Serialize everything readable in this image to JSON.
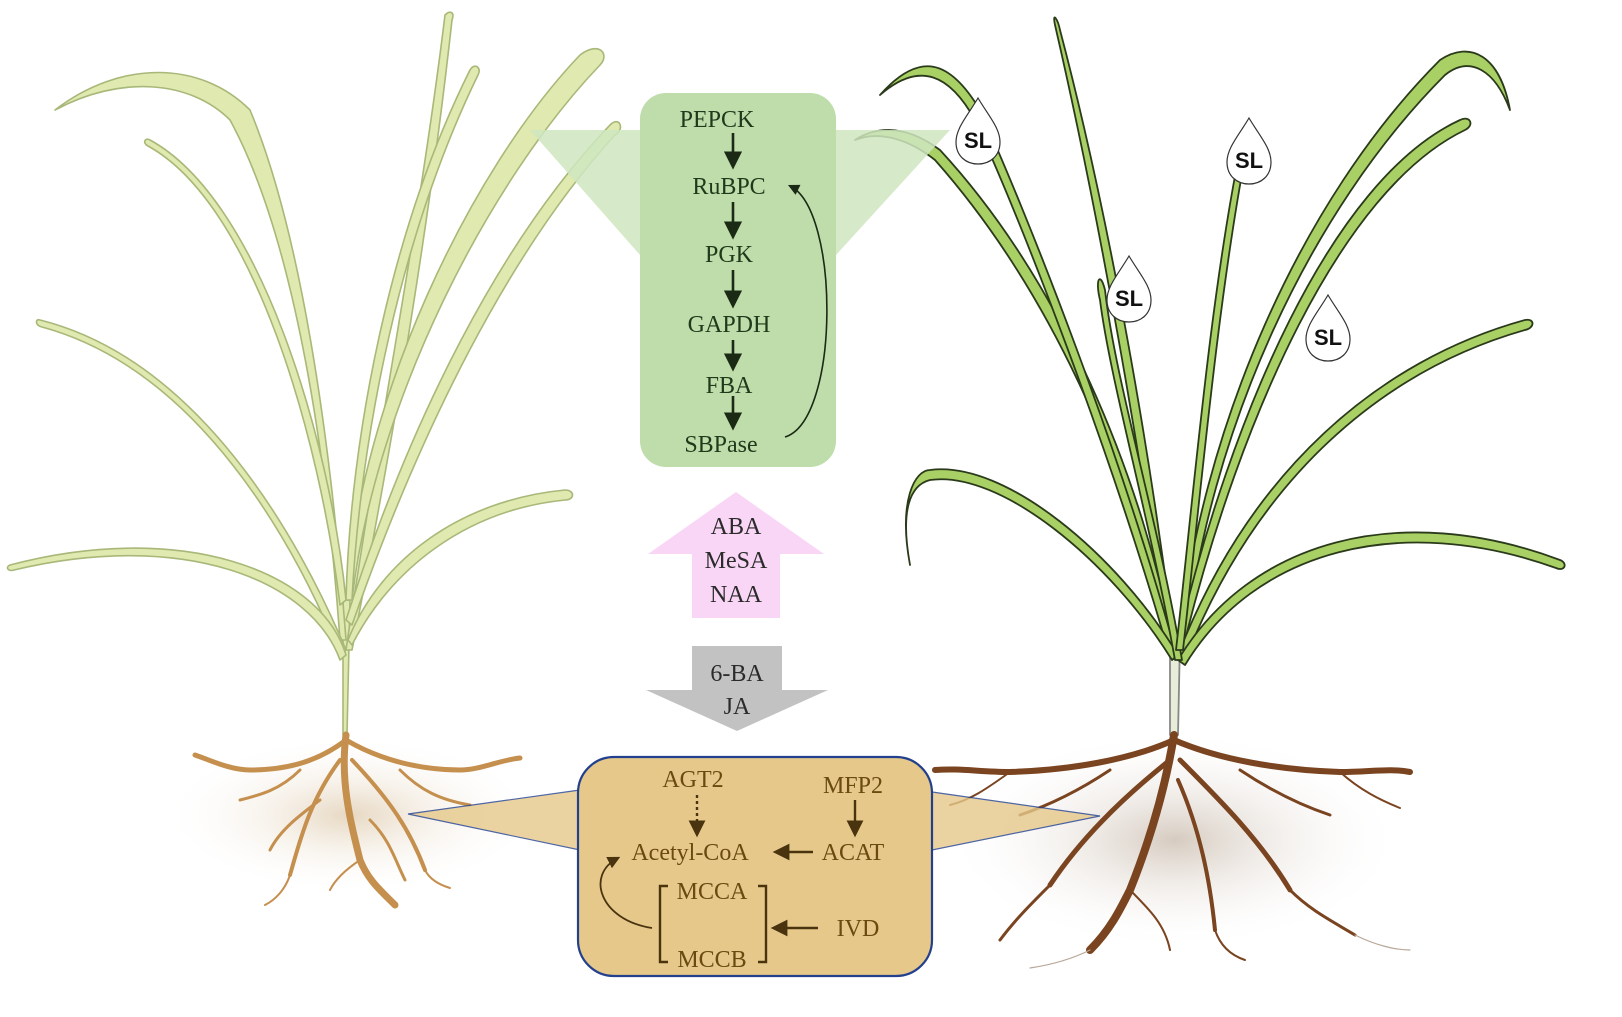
{
  "colors": {
    "stressed_plant_leaf": "#dfe9b0",
    "stressed_plant_edge": "#a8b878",
    "healthy_plant_leaf": "#9fcc5a",
    "healthy_plant_edge": "#2a3a1a",
    "leaf_pathway_box": "#bfdcab",
    "root_pathway_box": "#e6c98a",
    "root_pathway_border": "#23408e",
    "upregulated_arrow": "#f9d6f6",
    "downregulated_arrow": "#c2c2c2",
    "stressed_root": "#c58f4e",
    "healthy_root": "#7a4420"
  },
  "leaf_pathway": {
    "nodes": [
      "PEPCK",
      "RuBPC",
      "PGK",
      "GAPDH",
      "FBA",
      "SBPase"
    ]
  },
  "hormones": {
    "up": [
      "ABA",
      "MeSA",
      "NAA"
    ],
    "down": [
      "6-BA",
      "JA"
    ]
  },
  "root_pathway": {
    "agt2": "AGT2",
    "mfp2": "MFP2",
    "acetyl_coa": "Acetyl-CoA",
    "acat": "ACAT",
    "mcca": "MCCA",
    "mccb": "MCCB",
    "ivd": "IVD"
  },
  "sl_marker": "SL",
  "icons": {
    "sl_droplet": "droplet-icon",
    "stressed_plant": "plant-icon",
    "healthy_plant": "plant-icon"
  }
}
